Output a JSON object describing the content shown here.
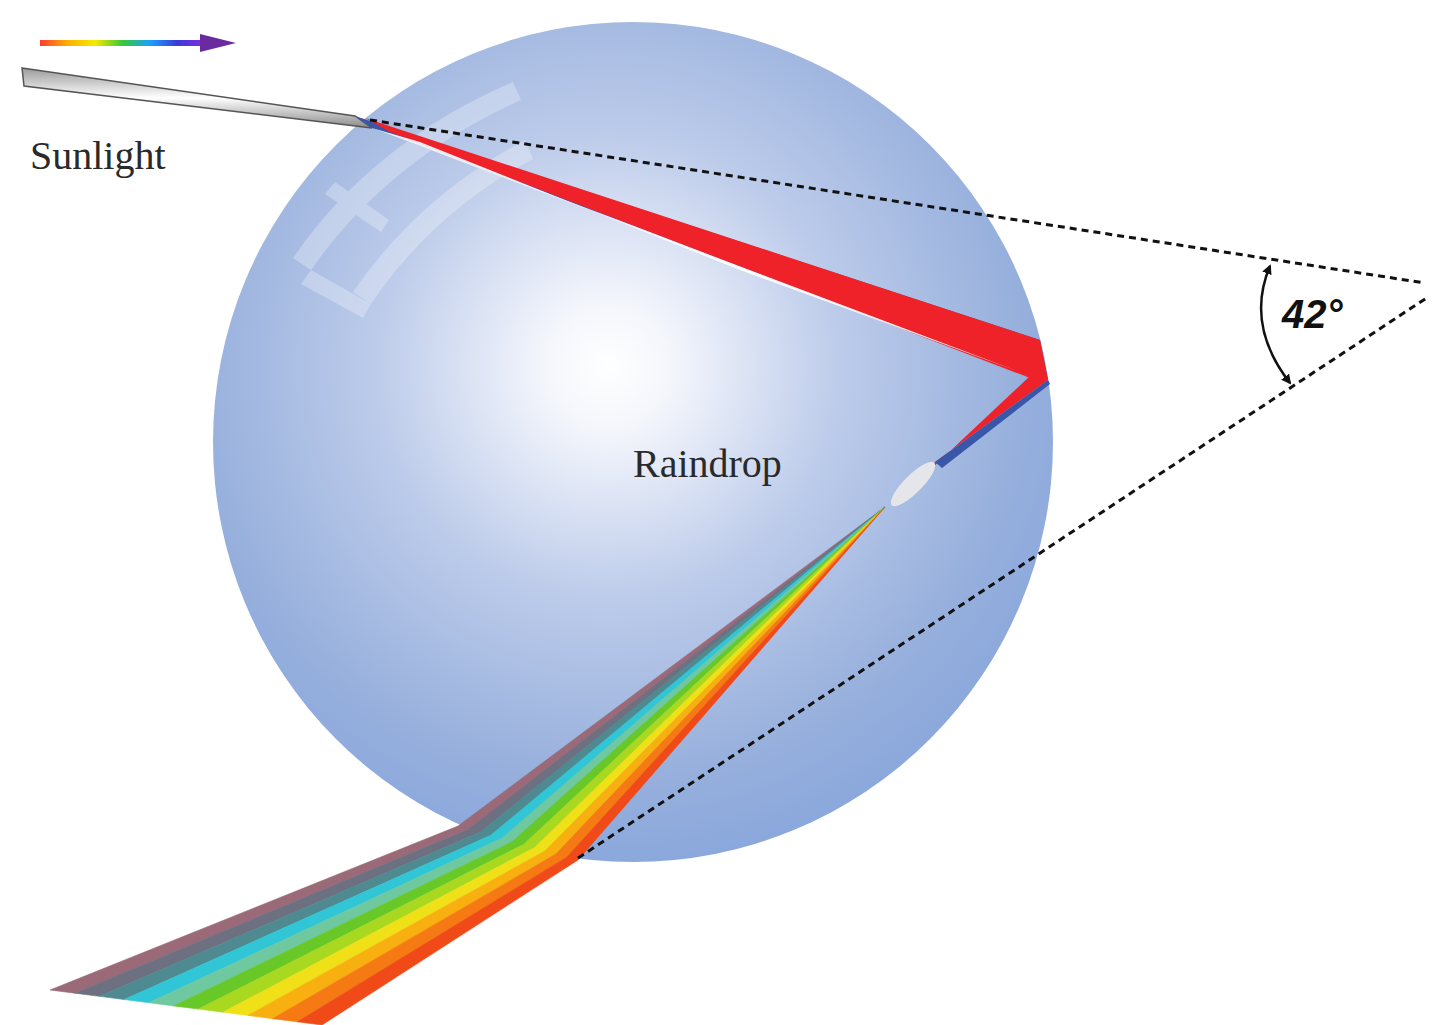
{
  "diagram": {
    "nodes": [
      {
        "text": [
          "Raindrop"
        ]
      }
    ],
    "labels": [
      "Sunlight",
      "42°"
    ]
  }
}
